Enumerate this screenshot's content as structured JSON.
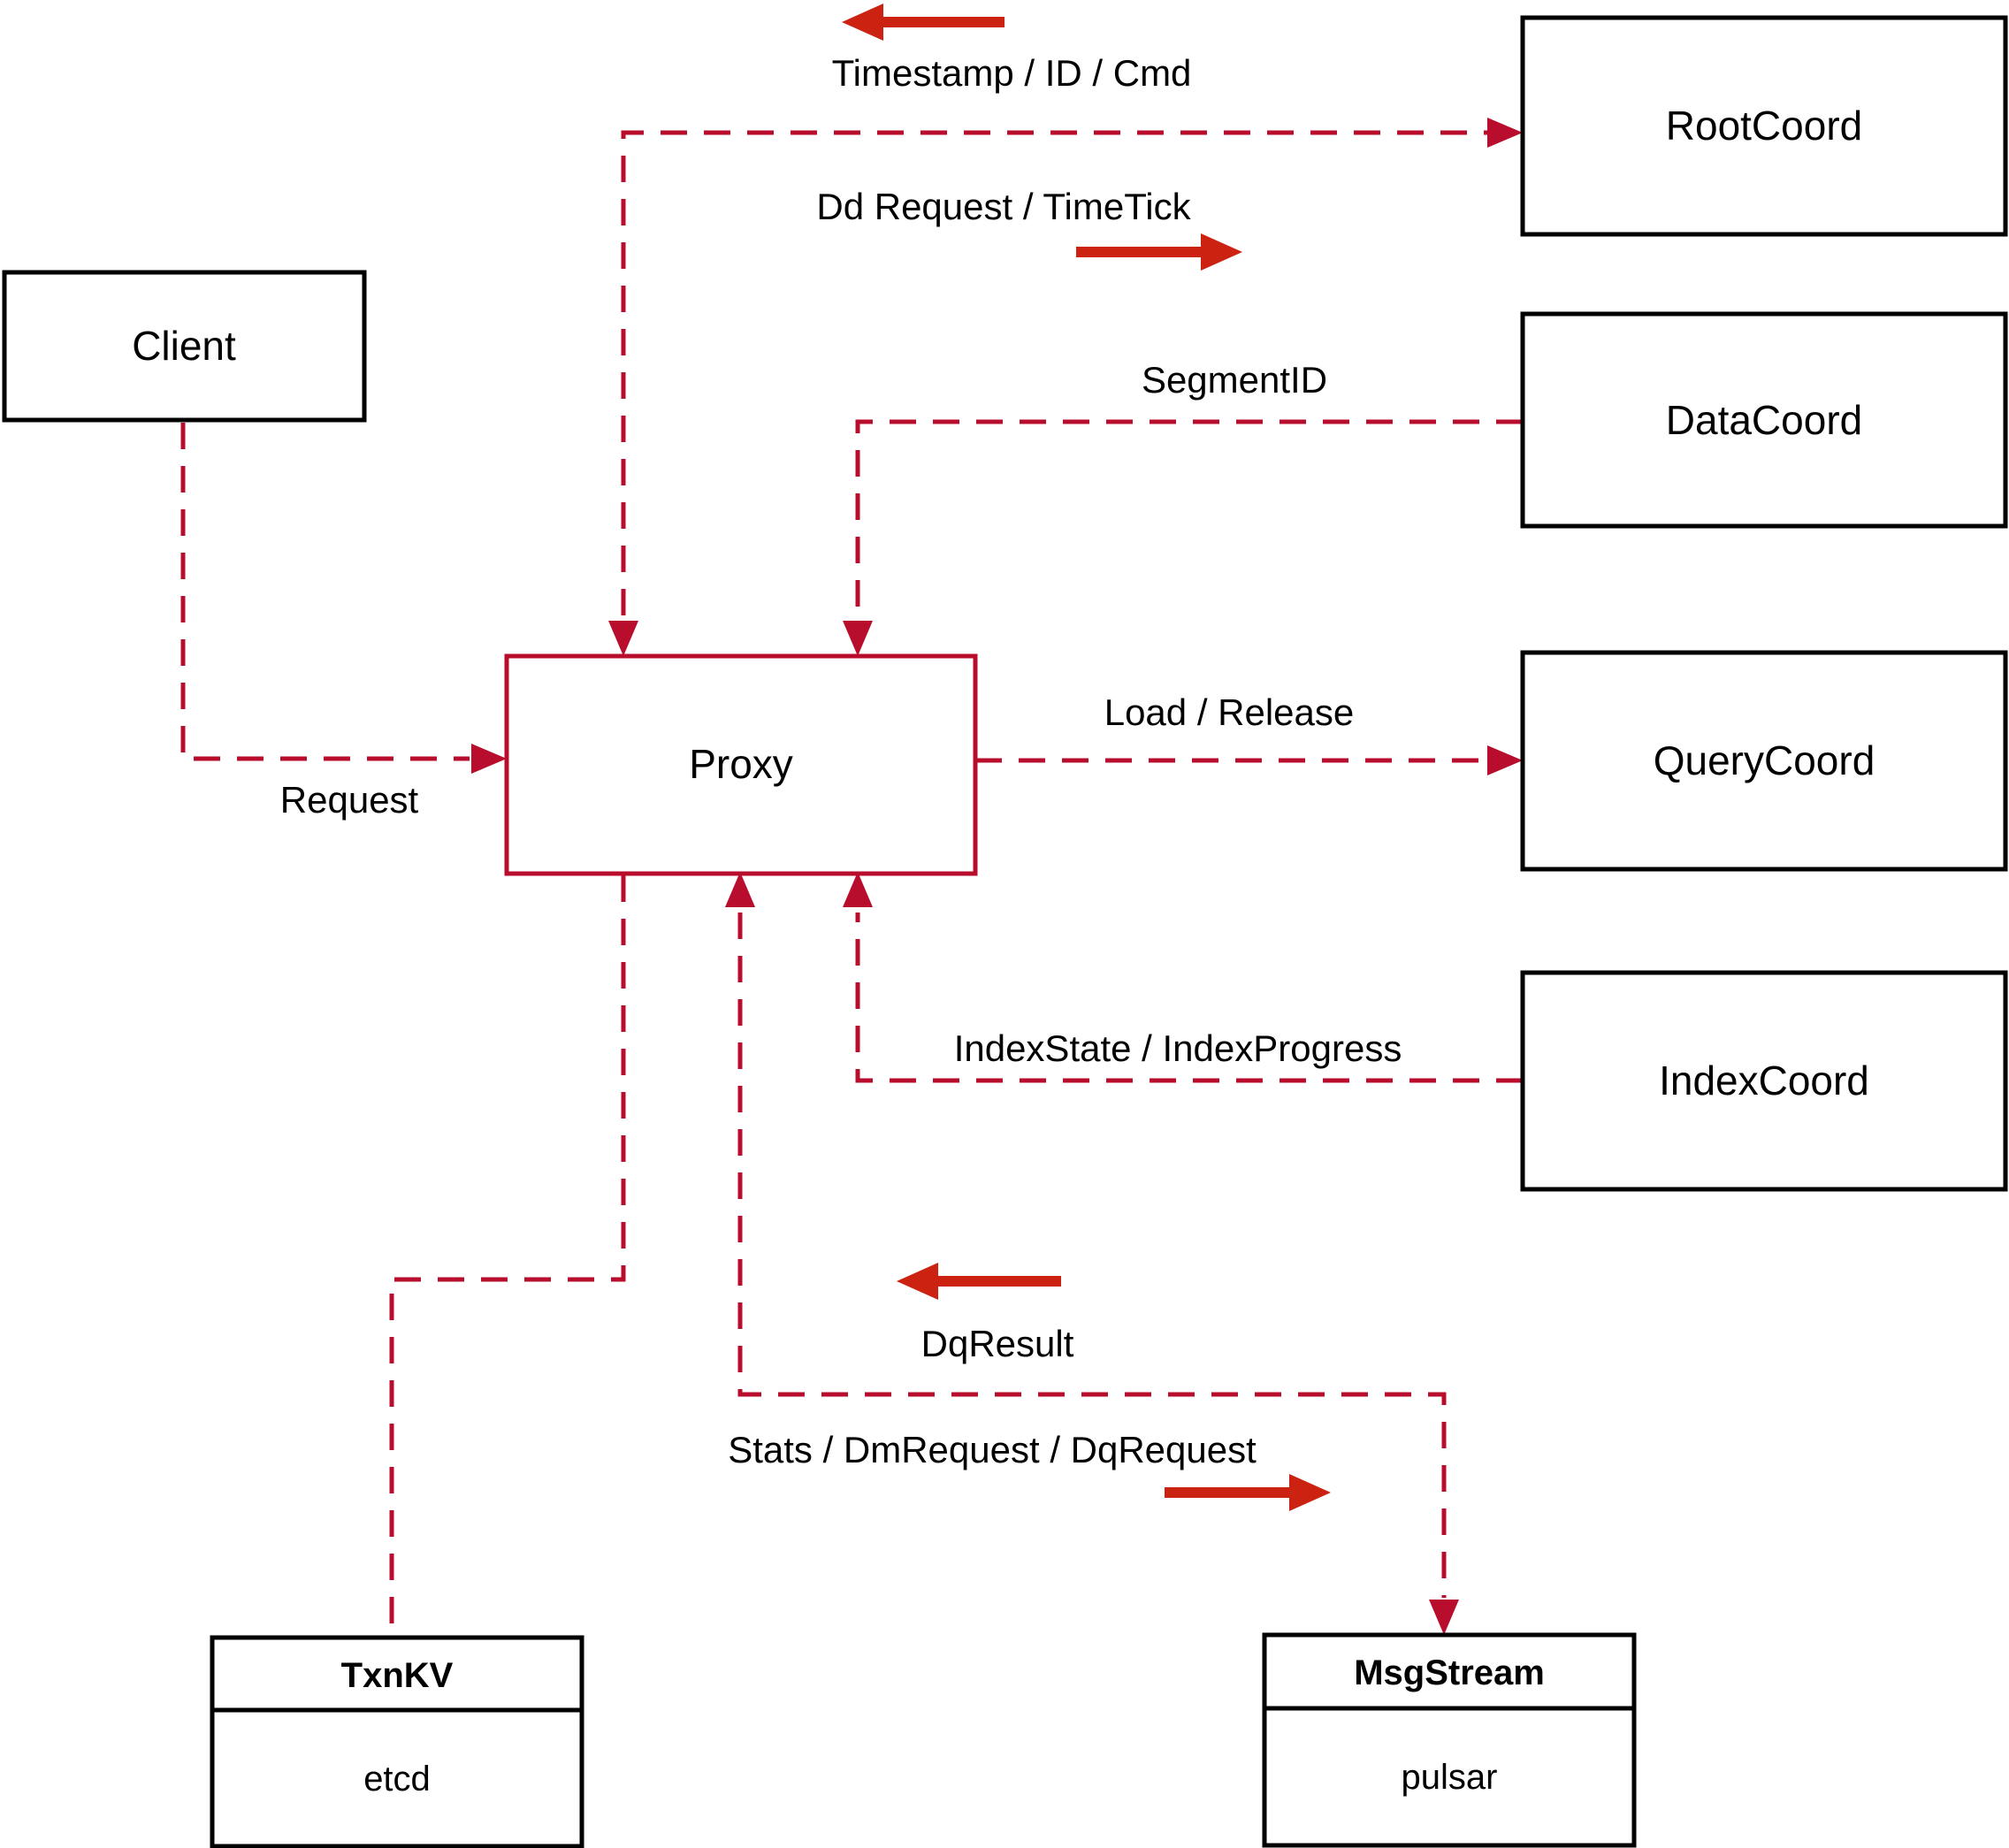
{
  "diagram": {
    "colors": {
      "edge": "#b90d2d",
      "arrow": "#cc2211",
      "node_border": "#000000",
      "node_fill": "#ffffff",
      "text": "#000000"
    },
    "nodes": {
      "client": {
        "label": "Client"
      },
      "proxy": {
        "label": "Proxy"
      },
      "root_coord": {
        "label": "RootCoord"
      },
      "data_coord": {
        "label": "DataCoord"
      },
      "query_coord": {
        "label": "QueryCoord"
      },
      "index_coord": {
        "label": "IndexCoord"
      },
      "txn_kv": {
        "title": "TxnKV",
        "subtitle": "etcd"
      },
      "msg_stream": {
        "title": "MsgStream",
        "subtitle": "pulsar"
      }
    },
    "edge_labels": {
      "timestamp_id_cmd": "Timestamp / ID / Cmd",
      "dd_request_timetick": "Dd Request / TimeTick",
      "segment_id": "SegmentID",
      "load_release": "Load / Release",
      "index_state_progress": "IndexState / IndexProgress",
      "request": "Request",
      "dq_result": "DqResult",
      "stats_dm_dq_request": "Stats / DmRequest / DqRequest"
    }
  }
}
